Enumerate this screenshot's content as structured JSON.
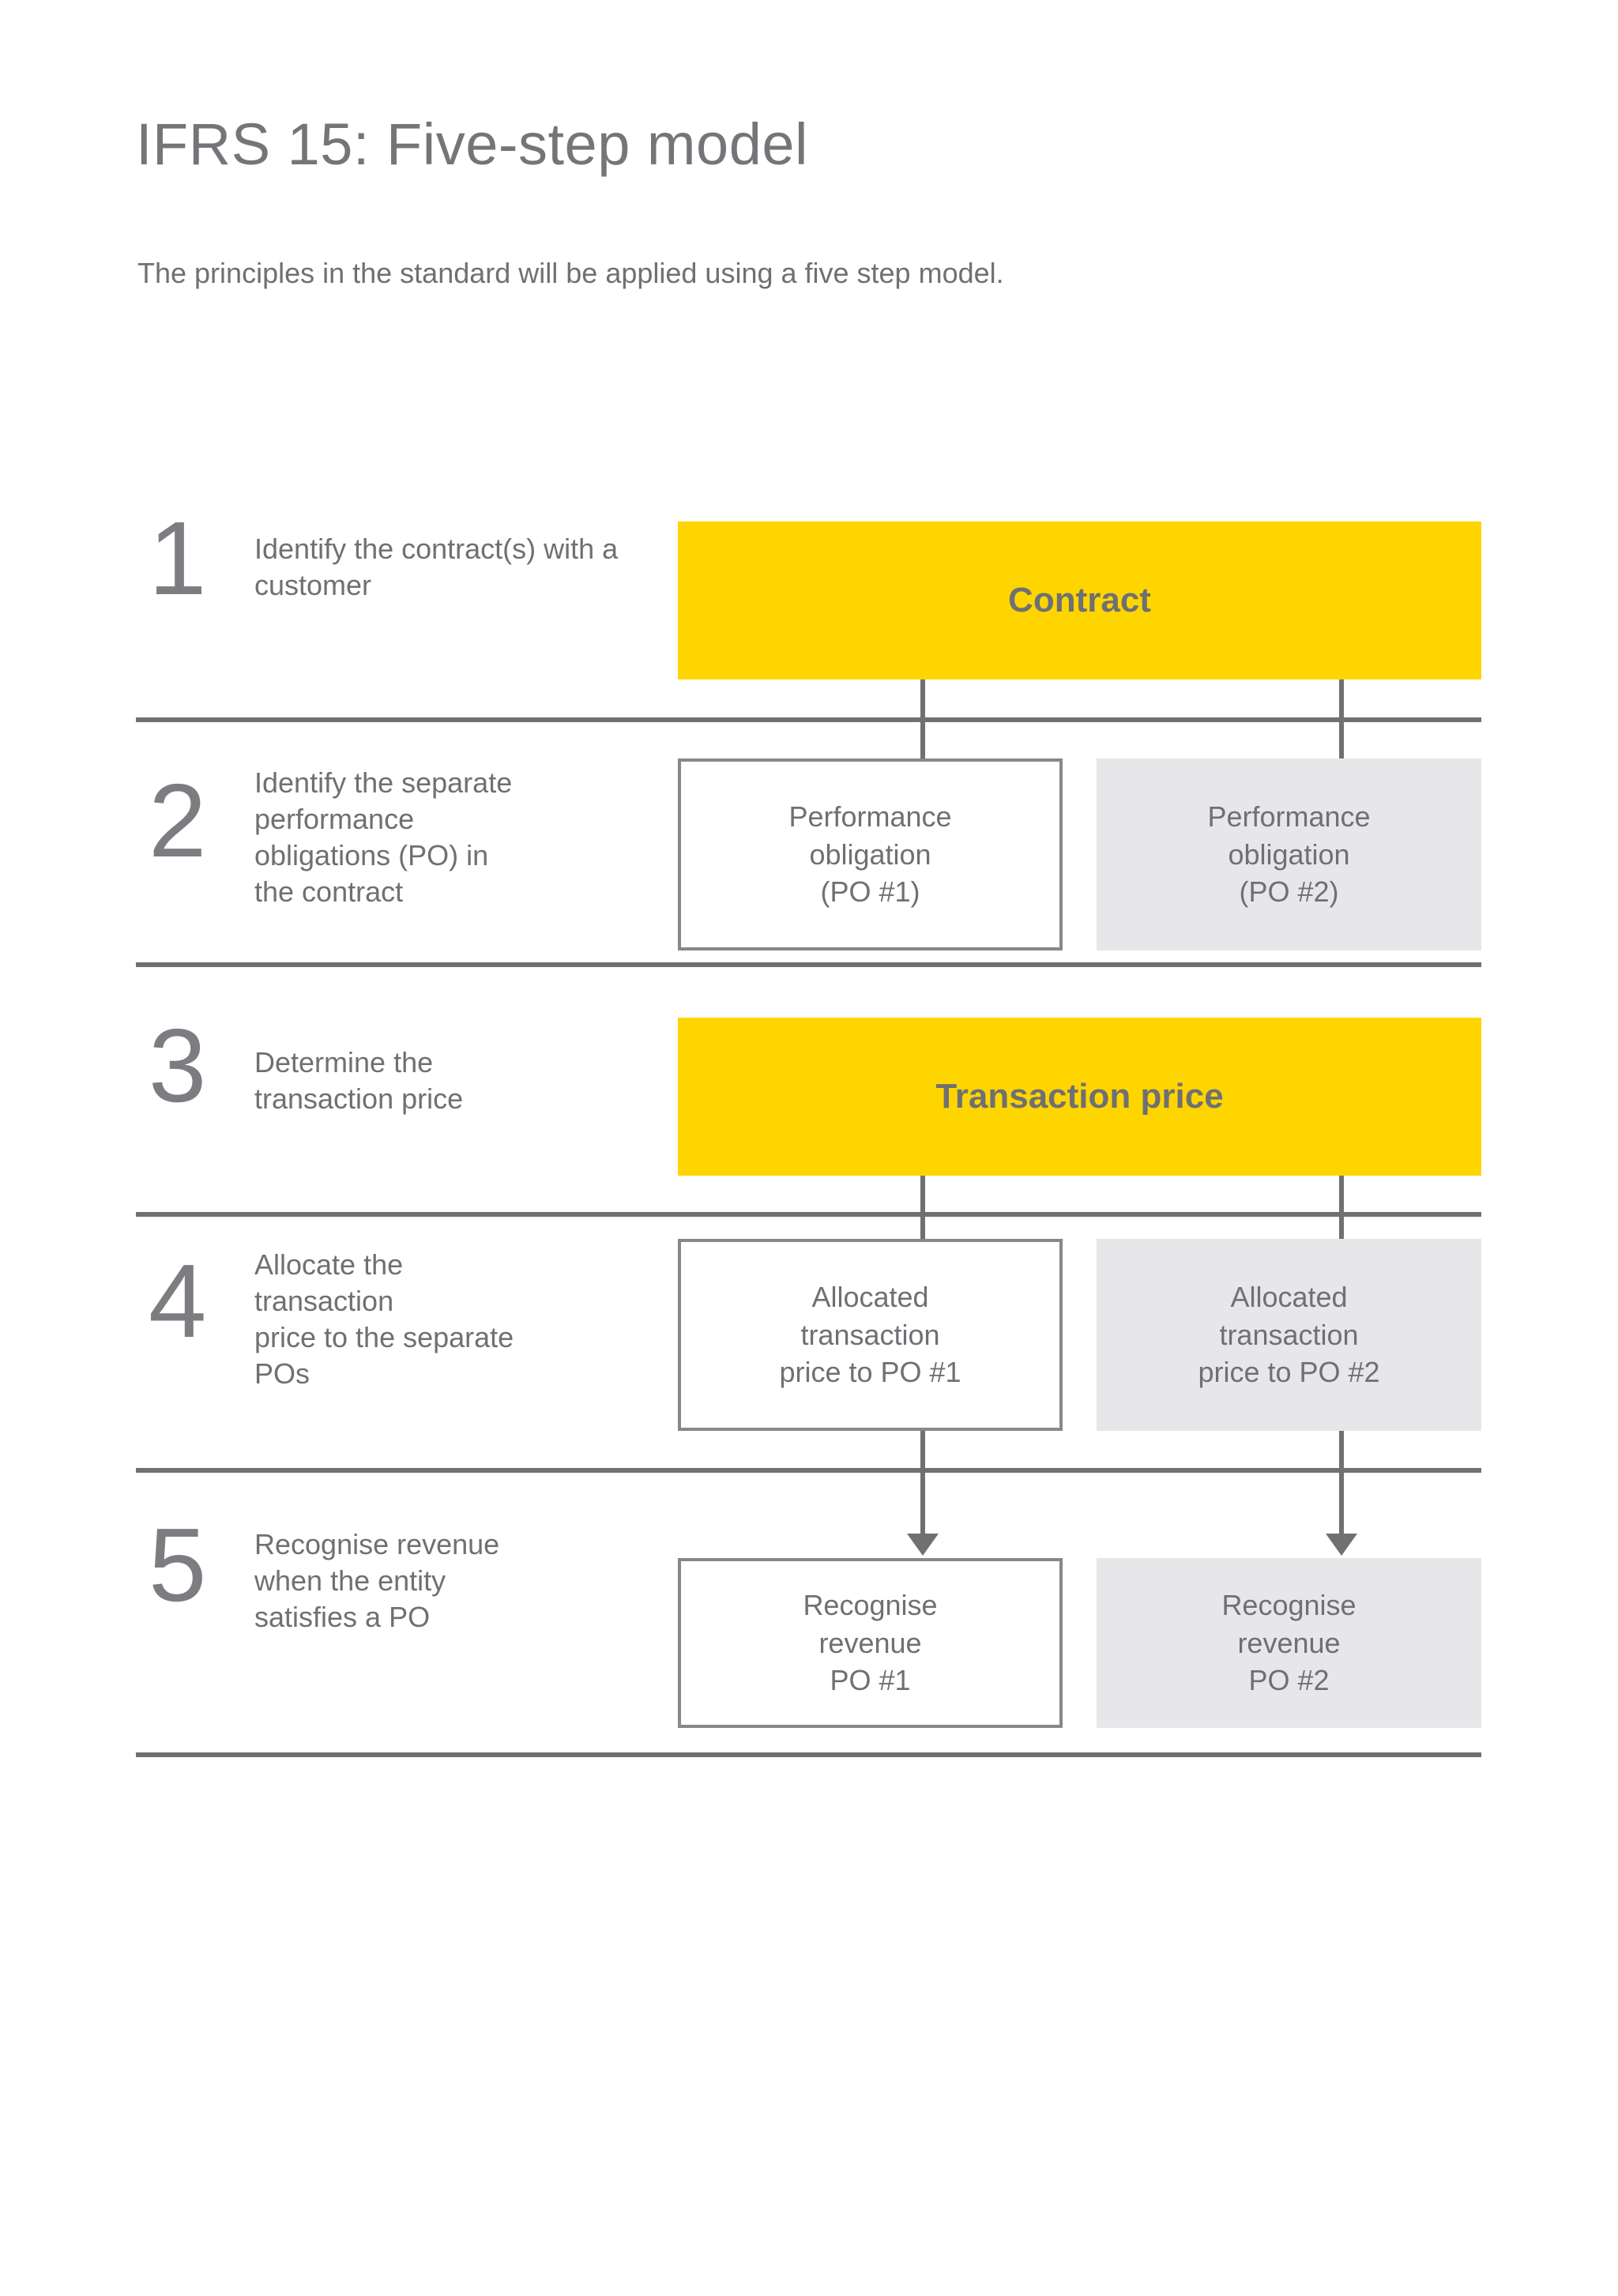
{
  "header": {
    "title": "IFRS 15: Five-step model",
    "subtitle": "The principles in the standard will be applied using a five step model."
  },
  "colors": {
    "accent_yellow": "#FFD500",
    "text_gray": "#6F7073",
    "number_gray": "#7B7D80",
    "rule_gray": "#6F7072",
    "box_border": "#87888B",
    "box_fill_shaded": "#E7E7E9",
    "box_fill_plain": "#FFFFFF"
  },
  "steps": [
    {
      "number": "1",
      "text": "Identify the\ncontract(s)\nwith a customer"
    },
    {
      "number": "2",
      "text": "Identify the separate\nperformance\nobligations (PO) in\nthe contract"
    },
    {
      "number": "3",
      "text": "Determine the\ntransaction price"
    },
    {
      "number": "4",
      "text": "Allocate the\ntransaction\nprice to the separate\nPOs"
    },
    {
      "number": "5",
      "text": "Recognise revenue\nwhen the entity\nsatisfies a PO"
    }
  ],
  "diagram": {
    "contract_bar": "Contract",
    "transaction_price_bar": "Transaction price",
    "performance_obligation_1": "Performance\nobligation\n(PO #1)",
    "performance_obligation_2": "Performance\nobligation\n(PO #2)",
    "allocated_price_1": "Allocated\ntransaction\nprice to PO #1",
    "allocated_price_2": "Allocated\ntransaction\nprice to PO #2",
    "recognise_revenue_1": "Recognise\nrevenue\nPO #1",
    "recognise_revenue_2": "Recognise\nrevenue\nPO #2"
  }
}
